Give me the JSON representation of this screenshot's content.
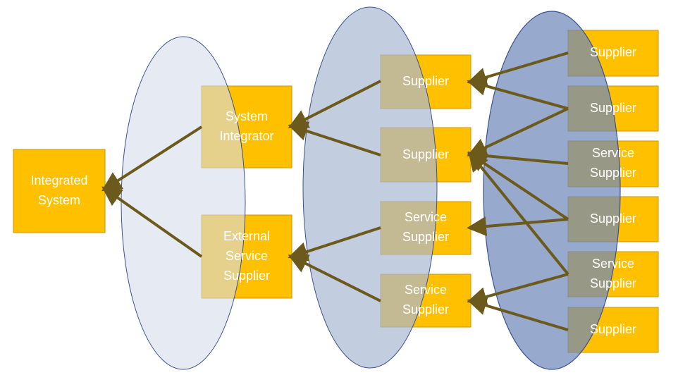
{
  "colors": {
    "box_fill": "#FFC000",
    "box_stroke": "#C99700",
    "arrow": "#6B5A1C",
    "tier_ellipse_1": "#D5DCEA",
    "tier_ellipse_2": "#A9B8D3",
    "tier_ellipse_3": "#6F88B8",
    "ellipse_stroke": "#3B5390",
    "label": "#FFFFFF"
  },
  "nodes": {
    "integrated_system": "Integrated System",
    "system_integrator": "System Integrator",
    "external_service_supplier": "External Service Supplier",
    "tier2_supplier_a": "Supplier",
    "tier2_supplier_b": "Supplier",
    "tier2_service_supplier_a": "Service Supplier",
    "tier2_service_supplier_b": "Service Supplier",
    "tier3_supplier_1": "Supplier",
    "tier3_supplier_2": "Supplier",
    "tier3_service_supplier_3": "Service Supplier",
    "tier3_supplier_4": "Supplier",
    "tier3_service_supplier_5": "Service Supplier",
    "tier3_supplier_6": "Supplier"
  }
}
